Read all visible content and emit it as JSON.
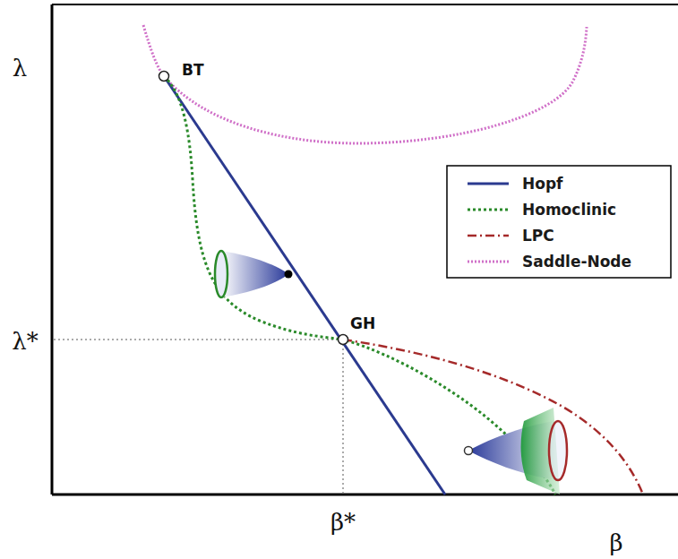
{
  "diagram": {
    "labels": [
      "λ",
      "BT",
      "λ*",
      "GH",
      "β*",
      "β"
    ],
    "legend": [
      {
        "text": "Hopf"
      },
      {
        "text": "Homoclinic"
      },
      {
        "text": "LPC"
      },
      {
        "text": "Saddle-Node"
      }
    ]
  }
}
